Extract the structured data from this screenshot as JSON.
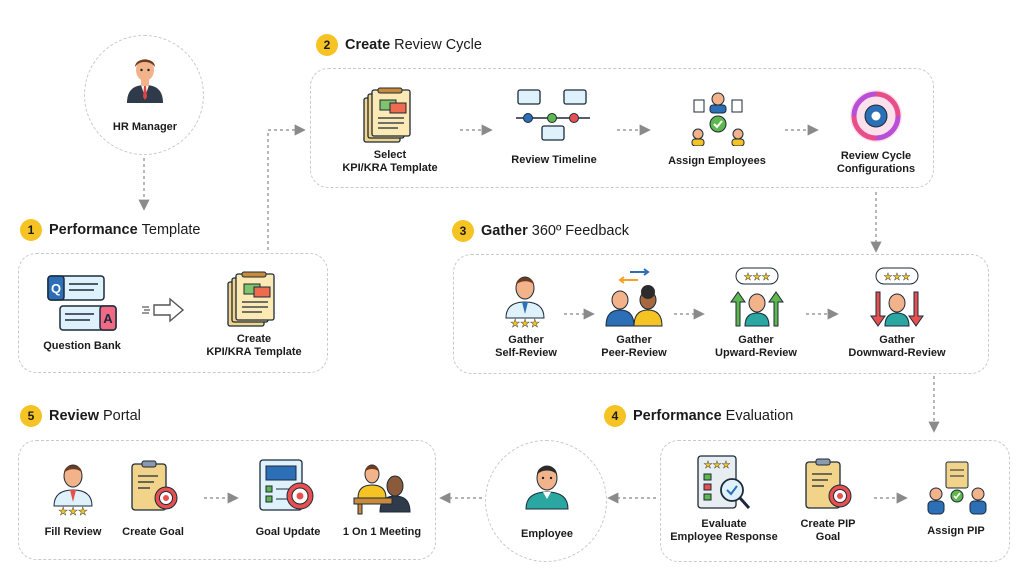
{
  "hr_manager": {
    "label": "HR Manager"
  },
  "employee": {
    "label": "Employee"
  },
  "sections": {
    "s1": {
      "num": "1",
      "bold": "Performance",
      "rest": "Template",
      "items": {
        "question_bank": "Question Bank",
        "create_template_1": "Create",
        "create_template_2": "KPI/KRA Template"
      }
    },
    "s2": {
      "num": "2",
      "bold": "Create",
      "rest": "Review Cycle",
      "items": {
        "select_1": "Select",
        "select_2": "KPI/KRA Template",
        "timeline": "Review Timeline",
        "assign": "Assign Employees",
        "config_1": "Review Cycle",
        "config_2": "Configurations"
      }
    },
    "s3": {
      "num": "3",
      "bold": "Gather",
      "rest": "360º Feedback",
      "items": {
        "self_1": "Gather",
        "self_2": "Self-Review",
        "peer_1": "Gather",
        "peer_2": "Peer-Review",
        "up_1": "Gather",
        "up_2": "Upward-Review",
        "down_1": "Gather",
        "down_2": "Downward-Review"
      }
    },
    "s4": {
      "num": "4",
      "bold": "Performance",
      "rest": "Evaluation",
      "items": {
        "eval_1": "Evaluate",
        "eval_2": "Employee Response",
        "pip_1": "Create PIP",
        "pip_2": "Goal",
        "assign_pip": "Assign PIP"
      }
    },
    "s5": {
      "num": "5",
      "bold": "Review",
      "rest": "Portal",
      "items": {
        "fill": "Fill Review",
        "goal": "Create Goal",
        "goal_update": "Goal Update",
        "meeting": "1 On 1 Meeting"
      }
    }
  },
  "icons": {
    "accent_yellow": "#f6c325",
    "accent_teal": "#2aa7a1",
    "accent_red": "#e84f4f",
    "accent_blue": "#2c6fb6",
    "accent_green": "#5fb84d"
  }
}
